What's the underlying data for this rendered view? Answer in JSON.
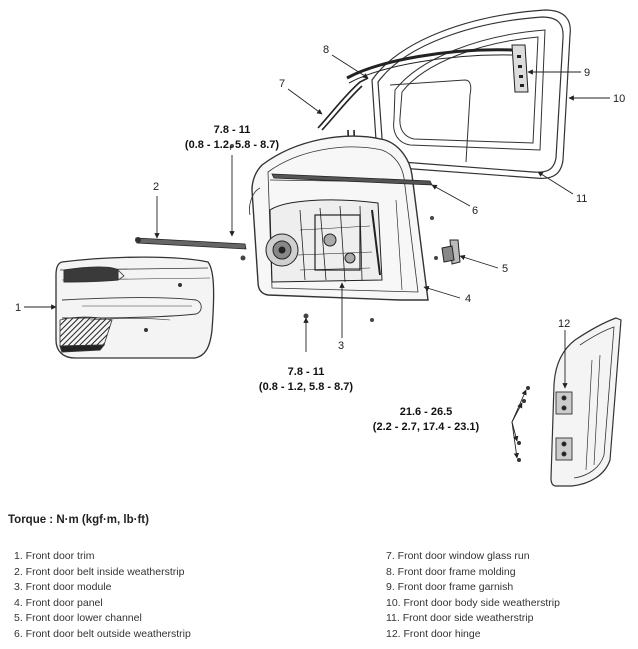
{
  "callouts": {
    "n1": "1",
    "n2": "2",
    "n3": "3",
    "n4": "4",
    "n5": "5",
    "n6": "6",
    "n7": "7",
    "n8": "8",
    "n9": "9",
    "n10": "10",
    "n11": "11",
    "n12": "12"
  },
  "torque_specs": {
    "upper": {
      "value": "7.8 - 11",
      "alt": "(0.8 - 1.2, 5.8 - 8.7)"
    },
    "lower": {
      "value": "7.8 - 11",
      "alt": "(0.8 - 1.2, 5.8 - 8.7)"
    },
    "hinge": {
      "value": "21.6 - 26.5",
      "alt": "(2.2 - 2.7, 17.4 - 23.1)"
    }
  },
  "torque_title": "Torque : N·m (kgf·m, lb·ft)",
  "legend_left": [
    "1. Front door trim",
    "2. Front door belt inside weatherstrip",
    "3. Front door module",
    "4. Front door panel",
    "5. Front door lower channel",
    "6. Front door belt outside weatherstrip"
  ],
  "legend_right": [
    "7. Front door window glass run",
    "8. Front door frame molding",
    "9. Front door frame garnish",
    "10. Front door body side weatherstrip",
    "11. Front door side weatherstrip",
    "12. Front door hinge"
  ],
  "colors": {
    "line": "#333333",
    "shade": "#2a2a2a"
  }
}
